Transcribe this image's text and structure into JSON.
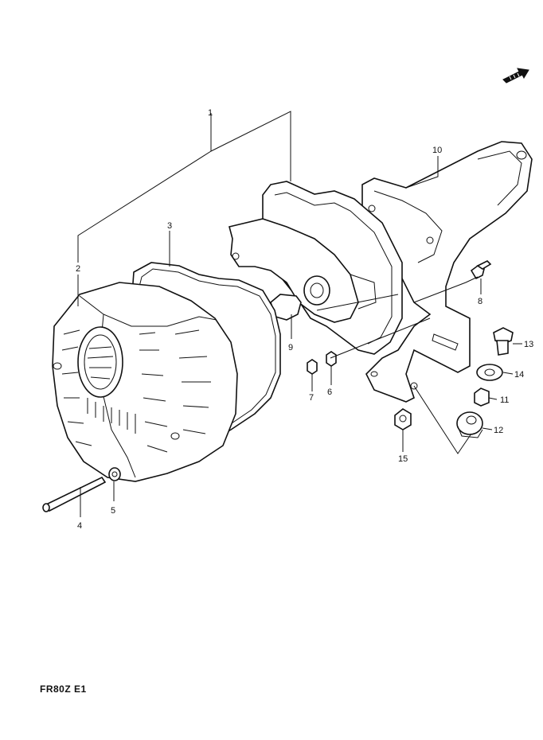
{
  "diagram_code": "FR80Z E1",
  "callouts": [
    {
      "id": "1",
      "label": "1"
    },
    {
      "id": "2",
      "label": "2"
    },
    {
      "id": "3",
      "label": "3"
    },
    {
      "id": "4",
      "label": "4"
    },
    {
      "id": "5",
      "label": "5"
    },
    {
      "id": "6",
      "label": "6"
    },
    {
      "id": "7",
      "label": "7"
    },
    {
      "id": "8",
      "label": "8"
    },
    {
      "id": "9",
      "label": "9"
    },
    {
      "id": "10",
      "label": "10"
    },
    {
      "id": "11",
      "label": "11"
    },
    {
      "id": "12",
      "label": "12"
    },
    {
      "id": "13",
      "label": "13"
    },
    {
      "id": "14",
      "label": "14"
    },
    {
      "id": "15",
      "label": "15"
    }
  ],
  "icons": {
    "direction": "front-arrow-icon"
  }
}
